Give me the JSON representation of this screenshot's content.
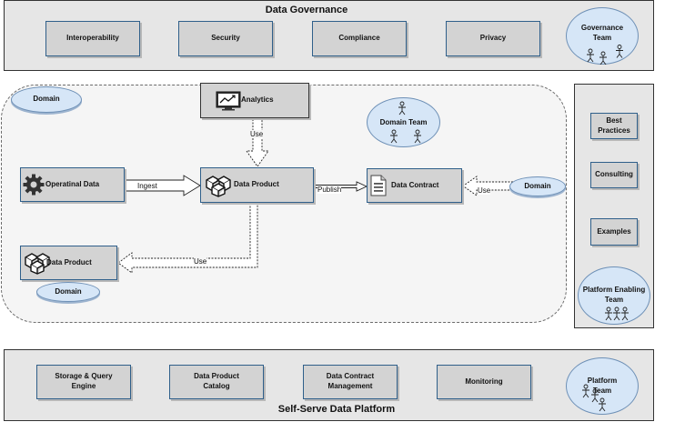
{
  "governance": {
    "title": "Data Governance",
    "items": [
      "Interoperability",
      "Security",
      "Compliance",
      "Privacy"
    ],
    "team": "Governance Team"
  },
  "domain_area": {
    "domain_badge_top": "Domain",
    "analytics": "Analytics",
    "domain_team": "Domain Team",
    "operational_data": "Operatinal Data",
    "data_product_main": "Data Product",
    "data_contract": "Data Contract",
    "data_product_secondary": "Data Product",
    "domain_badge_bottom": "Domain",
    "domain_badge_right": "Domain",
    "flows": {
      "use_analytics": "Use",
      "ingest": "Ingest",
      "publish": "Publish",
      "use_contract": "Use",
      "use_product": "Use"
    }
  },
  "enabling": {
    "items": [
      "Best Practices",
      "Consulting",
      "Examples"
    ],
    "team": "Platform Enabling Team"
  },
  "platform": {
    "title": "Self-Serve Data Platform",
    "items": [
      "Storage & Query Engine",
      "Data Product Catalog",
      "Data Contract Management",
      "Monitoring"
    ],
    "team": "Platform Team"
  },
  "icons": {
    "analytics": "chart-monitor-icon",
    "operational": "gear-icon",
    "data_product": "boxes-icon",
    "contract": "document-icon",
    "people": "stick-figure-icon"
  }
}
